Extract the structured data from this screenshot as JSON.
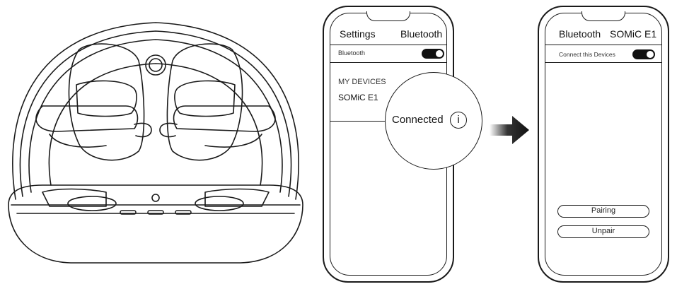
{
  "phone1": {
    "header_left": "Settings",
    "header_right": "Bluetooth",
    "bluetooth_row_label": "Bluetooth",
    "bluetooth_on": true,
    "section_label": "MY DEVICES",
    "device_name": "SOMiC E1"
  },
  "magnifier": {
    "status_text": "Connected",
    "info_glyph": "i"
  },
  "arrow_icon": "right-arrow-icon",
  "phone2": {
    "header_left": "Bluetooth",
    "header_right": "SOMiC E1",
    "connect_row_label": "Connect this Devices",
    "connect_on": true,
    "pairing_button": "Pairing",
    "unpair_button": "Unpair"
  },
  "colors": {
    "line": "#1a1a1a",
    "background": "#ffffff"
  }
}
